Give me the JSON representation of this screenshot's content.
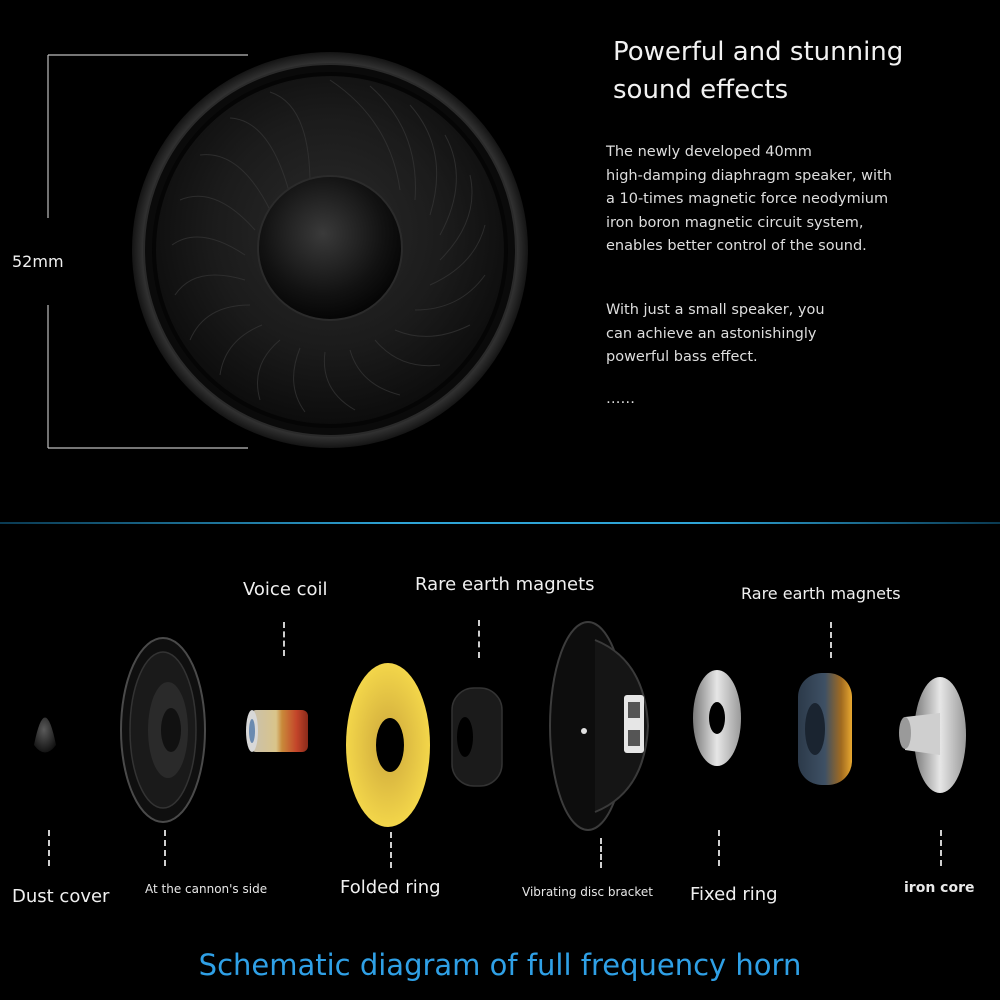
{
  "hero": {
    "dimension_label": "52mm",
    "heading": "Powerful and stunning sound effects",
    "paragraph1": [
      "The newly developed 40mm",
      "high-damping diaphragm speaker, with",
      "a 10-times magnetic force neodymium",
      "iron boron magnetic circuit system,",
      "enables better control of the sound."
    ],
    "paragraph2": [
      "With just a small speaker, you",
      "can achieve an astonishingly",
      "powerful bass effect."
    ],
    "ellipsis": "……"
  },
  "parts": {
    "top_labels": [
      "Voice coil",
      "Rare earth magnets",
      "Rare earth magnets"
    ],
    "bottom_labels": [
      "Dust cover",
      "At the cannon's side",
      "Folded ring",
      "Vibrating disc bracket",
      "Fixed ring",
      "iron core"
    ]
  },
  "footer": {
    "title": "Schematic diagram of full frequency horn"
  },
  "colors": {
    "accent": "#2fa0e6",
    "background": "#000000"
  }
}
